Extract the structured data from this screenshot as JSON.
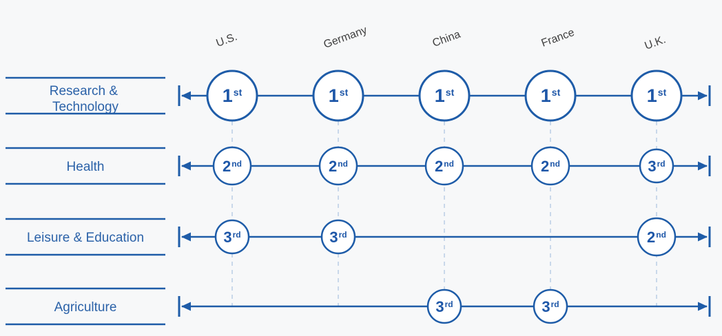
{
  "palette": {
    "line_blue": "#1e5ca8",
    "category_label_blue": "#2b62a8",
    "rank_text_blue": "#1e57a8",
    "dash_light_blue": "#c9d8ea",
    "country_text_gray": "#3f3f3f",
    "background": "#f7f8f9",
    "node_fill": "#ffffff"
  },
  "countries": [
    "U.S.",
    "Germany",
    "China",
    "France",
    "U.K."
  ],
  "categories": [
    {
      "label": "Research & Technology",
      "lines": [
        "Research &",
        "Technology"
      ]
    },
    {
      "label": "Health",
      "lines": [
        "Health"
      ]
    },
    {
      "label": "Leisure & Education",
      "lines": [
        "Leisure & Education"
      ]
    },
    {
      "label": "Agriculture",
      "lines": [
        "Agriculture"
      ]
    }
  ],
  "grid": [
    {
      "category": "Research & Technology",
      "cells": [
        {
          "rank": "1",
          "suffix": "st"
        },
        {
          "rank": "1",
          "suffix": "st"
        },
        {
          "rank": "1",
          "suffix": "st"
        },
        {
          "rank": "1",
          "suffix": "st"
        },
        {
          "rank": "1",
          "suffix": "st"
        }
      ]
    },
    {
      "category": "Health",
      "cells": [
        {
          "rank": "2",
          "suffix": "nd"
        },
        {
          "rank": "2",
          "suffix": "nd"
        },
        {
          "rank": "2",
          "suffix": "nd"
        },
        {
          "rank": "2",
          "suffix": "nd"
        },
        {
          "rank": "3",
          "suffix": "rd"
        }
      ]
    },
    {
      "category": "Leisure & Education",
      "cells": [
        {
          "rank": "3",
          "suffix": "rd"
        },
        {
          "rank": "3",
          "suffix": "rd"
        },
        null,
        null,
        {
          "rank": "2",
          "suffix": "nd"
        }
      ]
    },
    {
      "category": "Agriculture",
      "cells": [
        null,
        null,
        {
          "rank": "3",
          "suffix": "rd"
        },
        {
          "rank": "3",
          "suffix": "rd"
        },
        null
      ]
    }
  ],
  "chart_data": {
    "type": "table",
    "title": "",
    "rows": [
      "Research & Technology",
      "Health",
      "Leisure & Education",
      "Agriculture"
    ],
    "columns": [
      "U.S.",
      "Germany",
      "China",
      "France",
      "U.K."
    ],
    "values": [
      [
        "1st",
        "1st",
        "1st",
        "1st",
        "1st"
      ],
      [
        "2nd",
        "2nd",
        "2nd",
        "2nd",
        "3rd"
      ],
      [
        "3rd",
        "3rd",
        null,
        null,
        "2nd"
      ],
      [
        null,
        null,
        "3rd",
        "3rd",
        null
      ]
    ],
    "layout_hints": {
      "row_axes": "horizontal double-ended arrows with end caps",
      "column_guides": "dashed vertical lines",
      "rank_marker": "circle, larger radius for better rank"
    }
  }
}
